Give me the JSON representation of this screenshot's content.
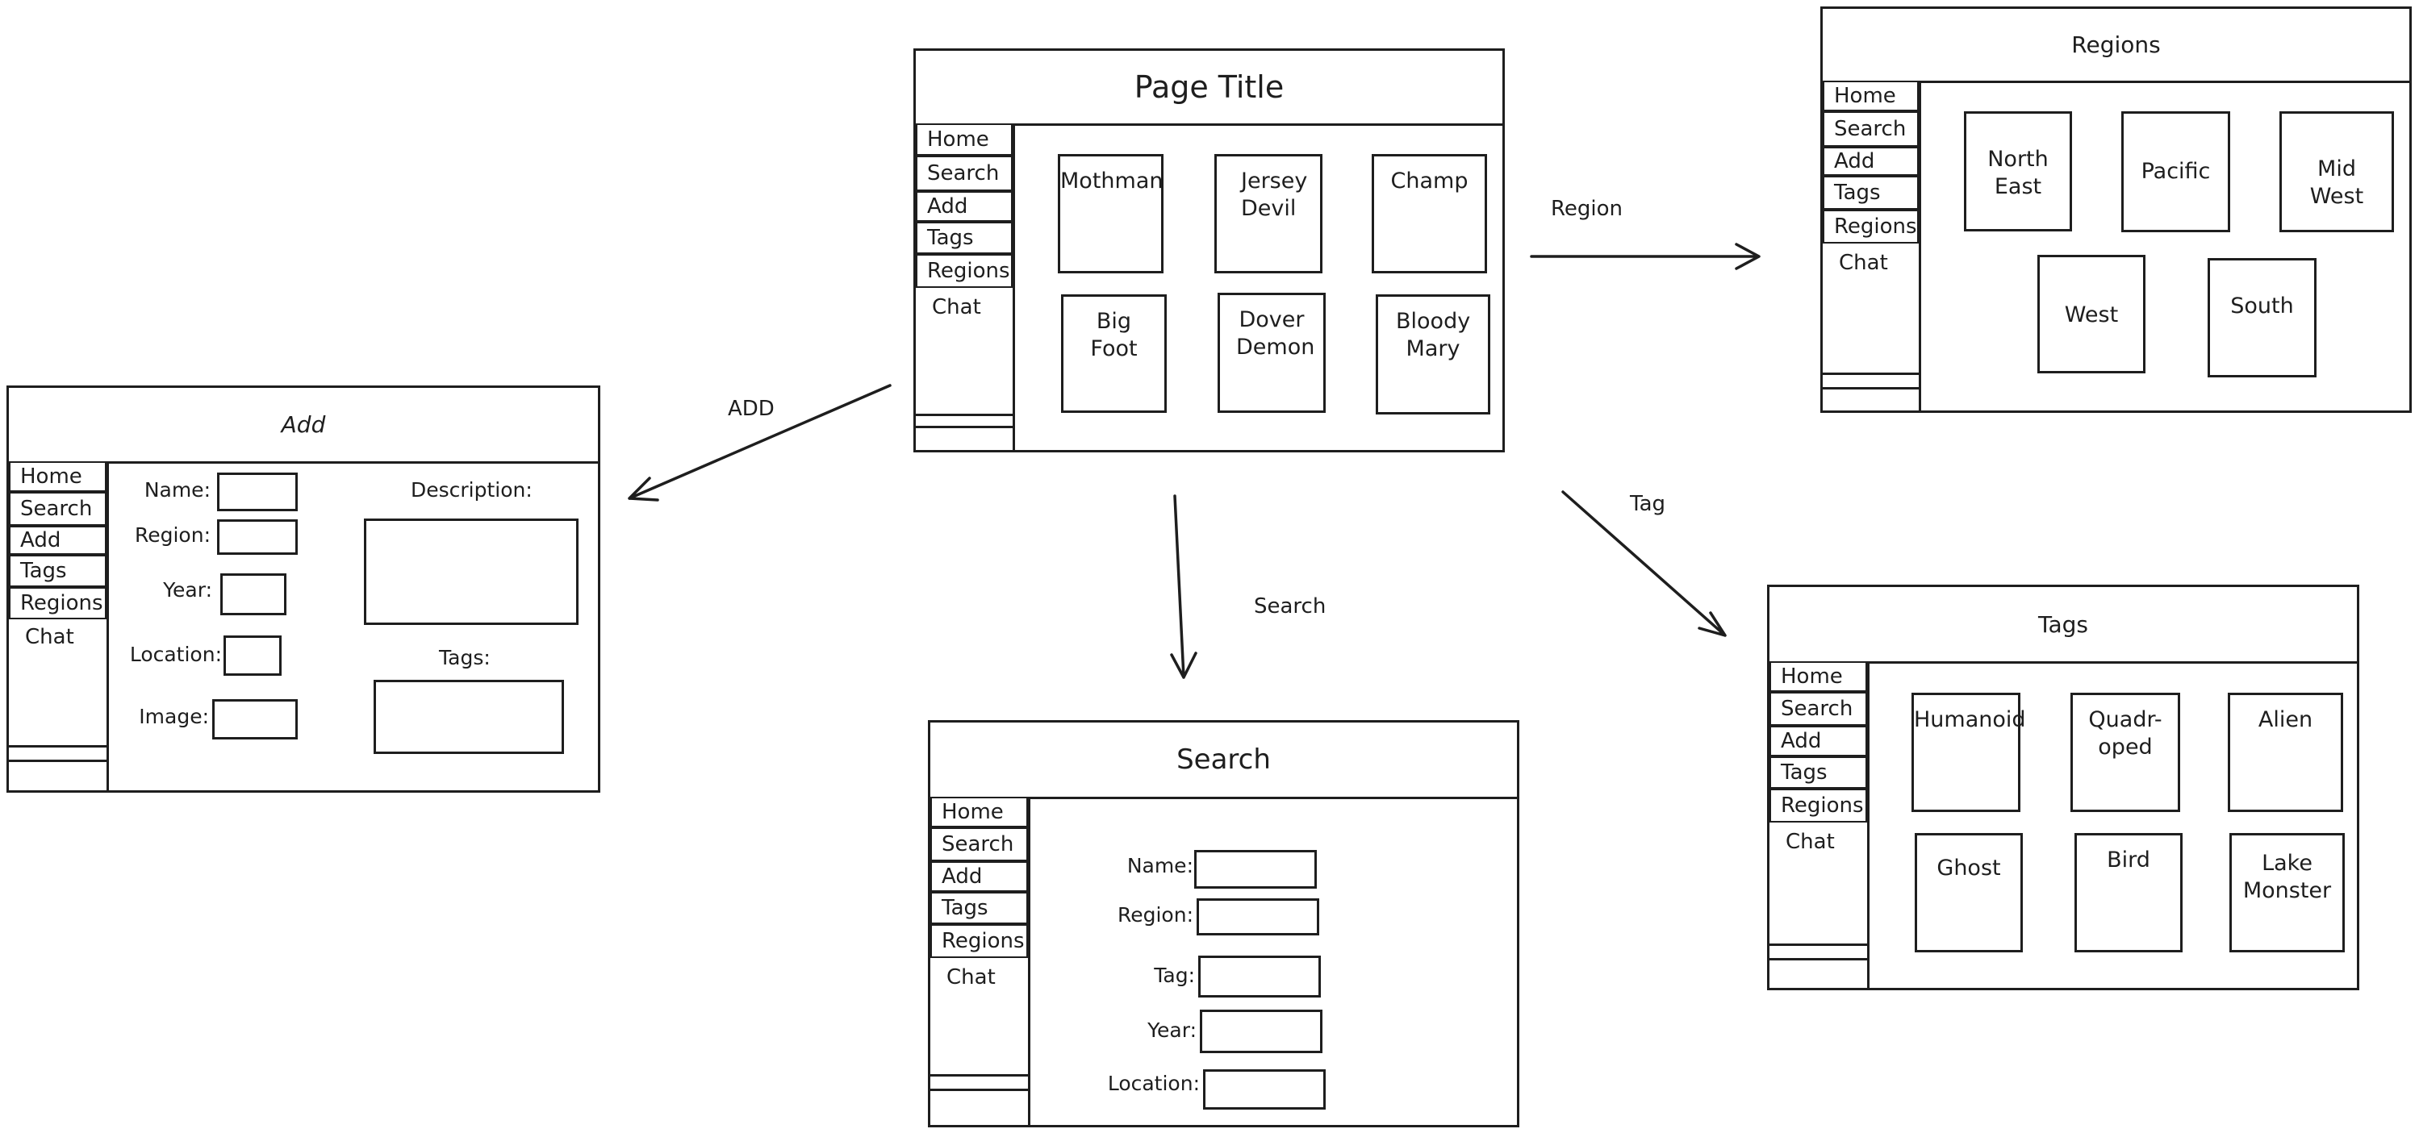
{
  "nav": [
    "Home",
    "Search",
    "Add",
    "Tags",
    "Regions",
    "Chat"
  ],
  "home": {
    "title": "Page Title",
    "tiles": [
      "Mothman",
      "Jersey Devil",
      "Champ",
      "Big Foot",
      "Dover Demon",
      "Bloody Mary"
    ]
  },
  "regions": {
    "title": "Regions",
    "tiles": [
      "North East",
      "Pacific",
      "Mid West",
      "West",
      "South"
    ]
  },
  "add": {
    "title": "Add",
    "labels": {
      "name": "Name:",
      "region": "Region:",
      "year": "Year:",
      "location": "Location:",
      "image": "Image:",
      "description": "Description:",
      "tags": "Tags:"
    }
  },
  "search": {
    "title": "Search",
    "labels": {
      "name": "Name:",
      "region": "Region:",
      "tag": "Tag:",
      "year": "Year:",
      "location": "Location:"
    }
  },
  "tags": {
    "title": "Tags",
    "tiles": [
      "Humanoid",
      "Quadr-oped",
      "Alien",
      "Ghost",
      "Bird",
      "Lake Monster"
    ]
  },
  "arrows": {
    "region": "Region",
    "add": "ADD",
    "search": "Search",
    "tag": "Tag"
  }
}
